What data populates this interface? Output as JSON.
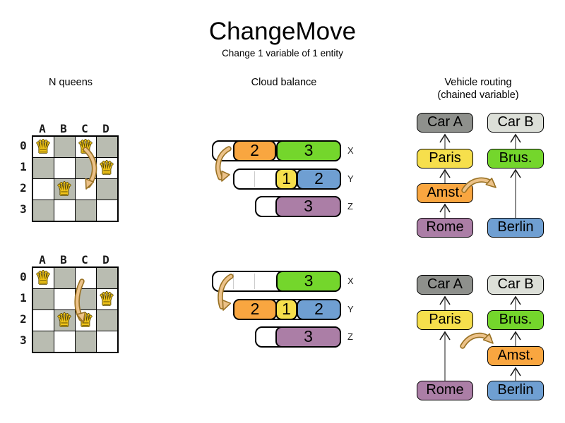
{
  "title": "ChangeMove",
  "subtitle": "Change 1 variable of 1 entity",
  "sections": {
    "nqueens_title": "N queens",
    "cloud_title": "Cloud balance",
    "vehicle_title_line1": "Vehicle routing",
    "vehicle_title_line2": "(chained variable)"
  },
  "nqueens": {
    "queen_glyph": "♛",
    "col_headers": [
      "A",
      "B",
      "C",
      "D"
    ],
    "row_headers": [
      "0",
      "1",
      "2",
      "3"
    ],
    "before_queens": [
      "A0",
      "C0",
      "D1",
      "B2"
    ],
    "after_queens": [
      "A0",
      "D1",
      "B2",
      "C2"
    ],
    "move": {
      "from": "C0",
      "to": "C2"
    }
  },
  "cloud": {
    "row_labels": [
      "X",
      "Y",
      "Z"
    ],
    "before": {
      "rows": [
        {
          "label": "X",
          "blocks": [
            {
              "value": "2",
              "color": "orange",
              "units": 2
            },
            {
              "value": "3",
              "color": "green",
              "units": 3
            }
          ]
        },
        {
          "label": "Y",
          "blocks": [
            {
              "value": "1",
              "color": "yellow",
              "units": 1
            },
            {
              "value": "2",
              "color": "blue",
              "units": 2
            }
          ]
        },
        {
          "label": "Z",
          "blocks": [
            {
              "value": "3",
              "color": "purple",
              "units": 3
            }
          ]
        }
      ]
    },
    "after": {
      "rows": [
        {
          "label": "X",
          "blocks": [
            {
              "value": "3",
              "color": "green",
              "units": 3
            }
          ]
        },
        {
          "label": "Y",
          "blocks": [
            {
              "value": "2",
              "color": "orange",
              "units": 2
            },
            {
              "value": "1",
              "color": "yellow",
              "units": 1
            },
            {
              "value": "2",
              "color": "blue",
              "units": 2
            }
          ]
        },
        {
          "label": "Z",
          "blocks": [
            {
              "value": "3",
              "color": "purple",
              "units": 3
            }
          ]
        }
      ]
    },
    "move": {
      "block": "2",
      "from": "X",
      "to": "Y"
    }
  },
  "vehicle": {
    "before": {
      "left": [
        "Car A",
        "Paris",
        "Amst.",
        "Rome"
      ],
      "right": [
        "Car B",
        "Brus.",
        "Berlin"
      ]
    },
    "after": {
      "left": [
        "Car A",
        "Paris",
        "Rome"
      ],
      "right": [
        "Car B",
        "Brus.",
        "Amst.",
        "Berlin"
      ]
    },
    "move": {
      "entity": "Amst.",
      "from": "chain A",
      "to": "chain B"
    }
  },
  "colors": {
    "board_dark_square": "#b9bcb1",
    "queen_gold": "#f0c419",
    "move_arrow_fill": "#ecc289",
    "move_arrow_outline": "#9a7224",
    "block_orange": "#f9a640",
    "block_green": "#74d62c",
    "block_yellow": "#f6df4c",
    "block_blue": "#6f9fd2",
    "block_purple": "#ab7ea6",
    "car_a_gray": "#8e908c",
    "car_b_gray": "#dcdfd8",
    "chain_line_gray": "#808080"
  }
}
